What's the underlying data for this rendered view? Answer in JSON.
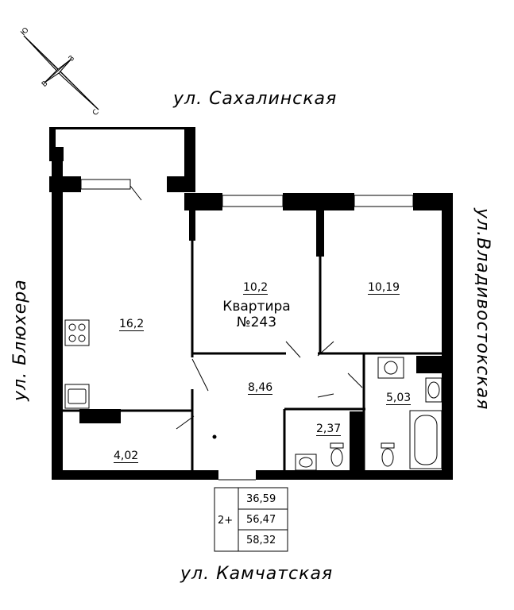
{
  "streets": {
    "top": "ул. Сахалинская",
    "bottom": "ул. Камчатская",
    "left": "ул. Блюхера",
    "right": "ул.Владивостокская"
  },
  "apartment": {
    "title": "Квартира",
    "number": "№243"
  },
  "rooms": {
    "kitchen": "16,2",
    "bedroom1": "10,2",
    "bedroom2": "10,19",
    "hall": "8,46",
    "wc": "2,37",
    "bath": "5,03",
    "storage": "4,02"
  },
  "summary": {
    "rooms_count": "2+",
    "living": "36,59",
    "total": "56,47",
    "total_with_balcony": "58,32"
  },
  "compass": {
    "north": "С",
    "south": "Ю",
    "east": "В",
    "west": "З"
  }
}
